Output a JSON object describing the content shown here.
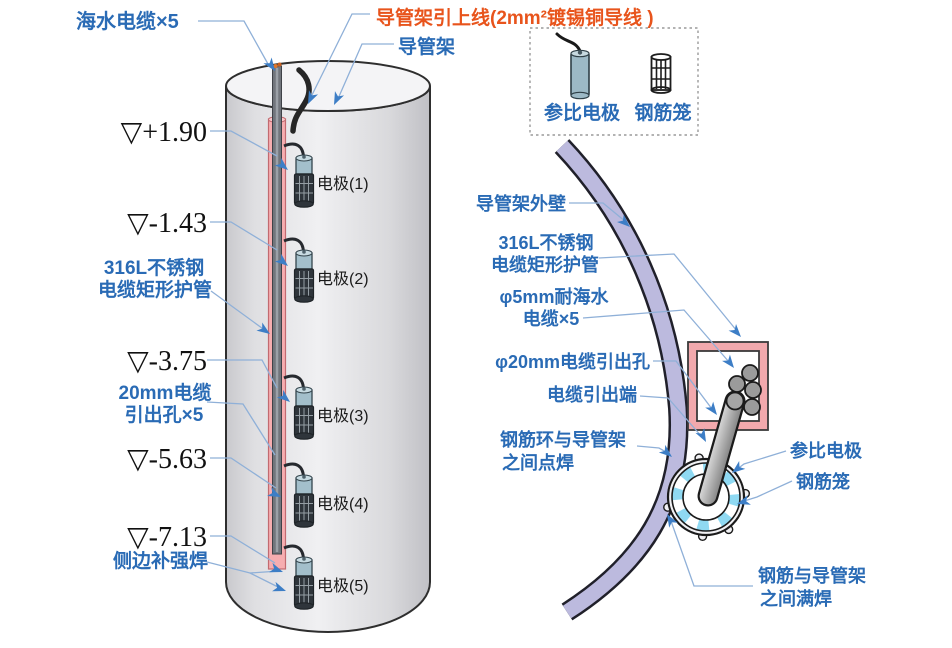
{
  "colors": {
    "label_blue": "#2a6bb5",
    "label_orange": "#e8541c",
    "text_black": "#1a1a1a",
    "leader_line": "#8fb0d8",
    "arrow_blue": "#3d7ec6",
    "tube_pink": "#f6adb0",
    "jacket_wall_lavender": "#bcbade",
    "rebar_ring_cyan": "#8fd9f2",
    "cylinder_gray": "#e9e9eb",
    "electrode_blue_gray": "#a3bfcb"
  },
  "left_figure": {
    "sea_cable_label": "海水电缆×5",
    "riser_label": "导管架引上线(2mm²镀锡铜导线 )",
    "jacket_label": "导管架",
    "tube_label_line1": "316L不锈钢",
    "tube_label_line2": "电缆矩形护管",
    "outlet_label_line1": "20mm电缆",
    "outlet_label_line2": "引出孔×5",
    "side_weld_label": "侧边补强焊",
    "elevations": [
      "▽+1.90",
      "▽-1.43",
      "▽-3.75",
      "▽-5.63",
      "▽-7.13"
    ],
    "electrodes": [
      "电极(1)",
      "电极(2)",
      "电极(3)",
      "电极(4)",
      "电极(5)"
    ]
  },
  "legend": {
    "ref_electrode": "参比电极",
    "rebar_cage": "钢筋笼"
  },
  "detail_figure": {
    "outer_wall": "导管架外壁",
    "tube_label_line1": "316L不锈钢",
    "tube_label_line2": "电缆矩形护管",
    "cable_label_line1": "φ5mm耐海水",
    "cable_label_line2": "电缆×5",
    "outlet_hole_label": "φ20mm电缆引出孔",
    "cable_end_label": "电缆引出端",
    "spot_weld_line1": "钢筋环与导管架",
    "spot_weld_line2": "之间点焊",
    "ref_electrode_label": "参比电极",
    "rebar_cage_label": "钢筋笼",
    "full_weld_line1": "钢筋与导管架",
    "full_weld_line2": "之间满焊"
  }
}
